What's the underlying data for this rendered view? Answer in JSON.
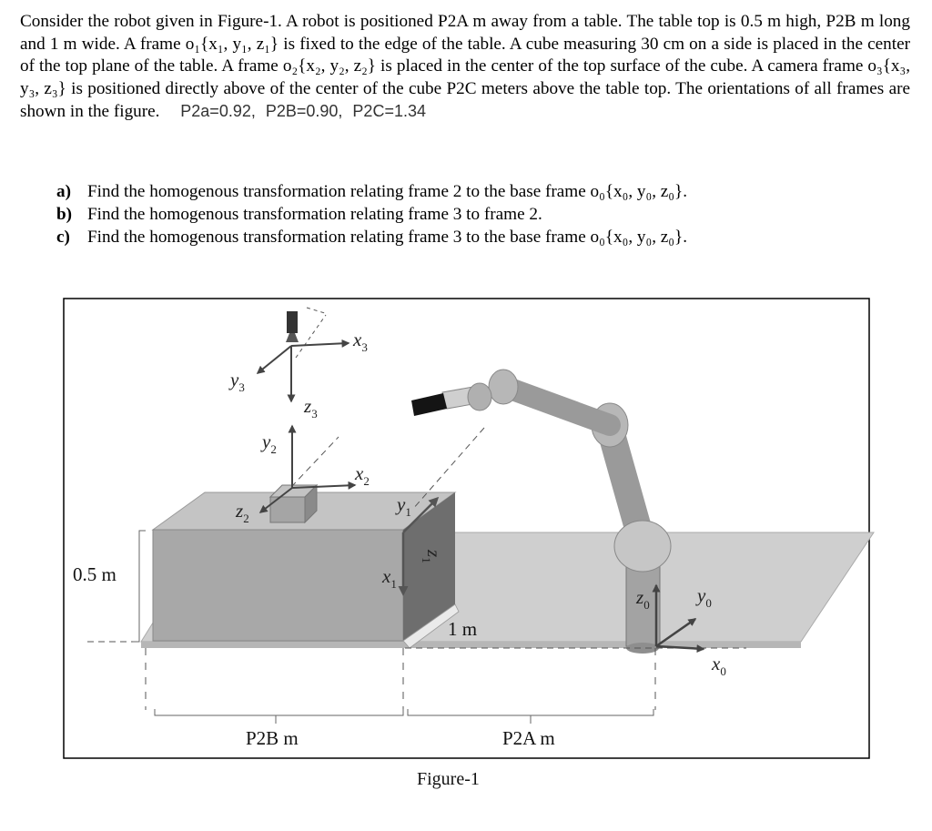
{
  "problem": {
    "paragraph": "Consider the robot given in Figure-1. A robot is positioned P2A m away from a table. The table top is 0.5 m high, P2B m long and 1 m wide. A frame o₁{x₁, y₁, z₁} is fixed to the edge of the table. A cube measuring 30 cm on a side is placed in the center of the top plane of the table. A frame o₂{x₂, y₂, z₂} is placed in the center of the top surface of the cube. A camera frame o₃{x₃, y₃, z₃} is positioned directly above of the center of the cube P2C meters above the table top. The orientations of all frames are shown in the figure.",
    "params": "P2a=0.92,  P2B=0.90,  P2C=1.34",
    "questions": [
      {
        "label": "a)",
        "text": "Find the homogenous transformation relating frame 2 to the base frame o₀{x₀, y₀, z₀}."
      },
      {
        "label": "b)",
        "text": "Find the homogenous transformation relating frame 3 to frame 2."
      },
      {
        "label": "c)",
        "text": "Find the homogenous transformation relating frame 3 to the base frame o₀{x₀, y₀, z₀}."
      }
    ]
  },
  "figure": {
    "caption": "Figure-1",
    "height_label": "0.5 m",
    "width_label": "1 m",
    "length_B_label": "P2B m",
    "length_A_label": "P2A m",
    "frame_labels": {
      "x3": "x",
      "x3_sub": "3",
      "y3": "y",
      "y3_sub": "3",
      "z3": "z",
      "z3_sub": "3",
      "x2": "x",
      "x2_sub": "2",
      "y2": "y",
      "y2_sub": "2",
      "z2": "z",
      "z2_sub": "2",
      "x1": "x",
      "x1_sub": "1",
      "y1": "y",
      "y1_sub": "1",
      "z1": "z",
      "z1_sub": "1",
      "x0": "x",
      "x0_sub": "0",
      "y0": "y",
      "y0_sub": "0",
      "z0": "z",
      "z0_sub": "0"
    }
  }
}
